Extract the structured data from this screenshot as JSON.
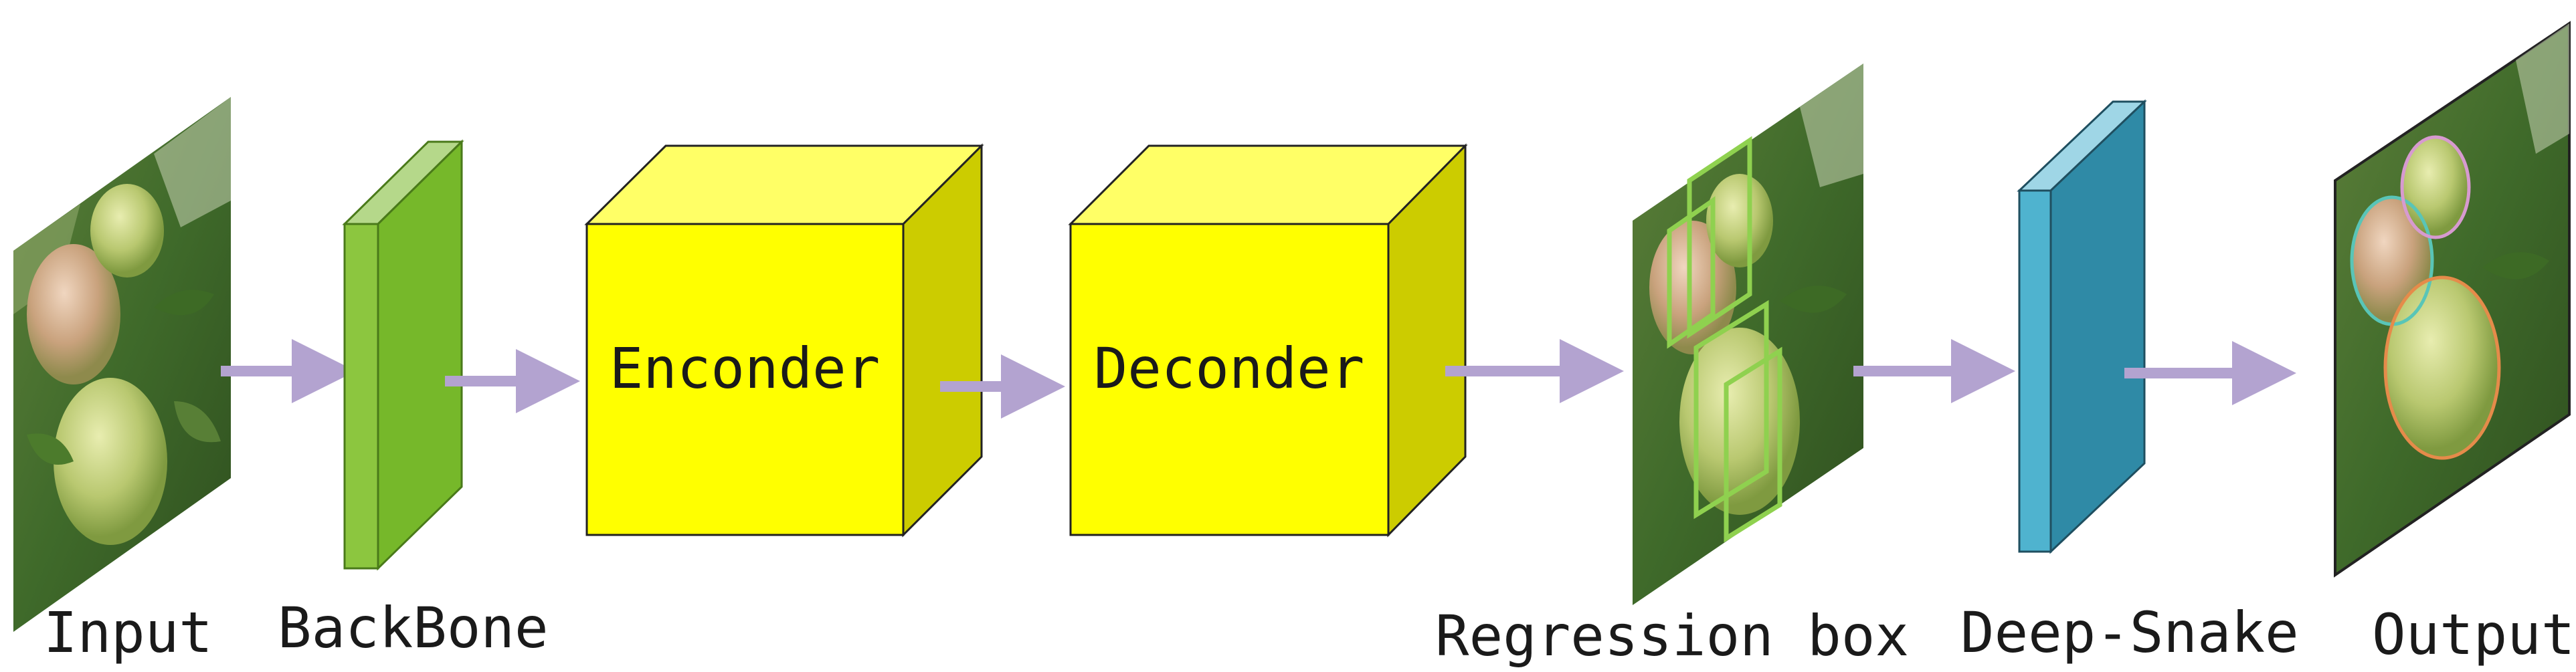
{
  "stages": {
    "input": "Input",
    "backbone": "BackBone",
    "regression_box": "Regression box",
    "deep_snake": "Deep-Snake",
    "output": "Output"
  },
  "blocks": {
    "encoder": "Enconder",
    "decoder": "Deconder"
  },
  "colors": {
    "arrow": "#b3a3d0",
    "backbone_front": "#76b82a",
    "backbone_side": "#5e9a1e",
    "backbone_top": "#b5d88a",
    "cube_front": "#ffff00",
    "cube_top": "#ffff66",
    "cube_side": "#cccc00",
    "snake_front": "#4fb3cf",
    "snake_side": "#2f8aa6",
    "snake_top": "#9fd6e6",
    "box_outline": "#8fd14f"
  }
}
